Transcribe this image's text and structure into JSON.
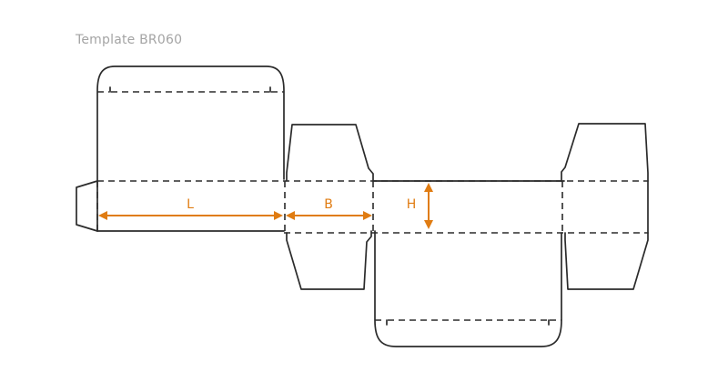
{
  "template": {
    "title": "Template BR060"
  },
  "dimensions": {
    "length_label": "L",
    "breadth_label": "B",
    "height_label": "H"
  },
  "colors": {
    "dimension": "#e07c12",
    "line": "#2b2b2b",
    "title": "#a4a4a4"
  }
}
